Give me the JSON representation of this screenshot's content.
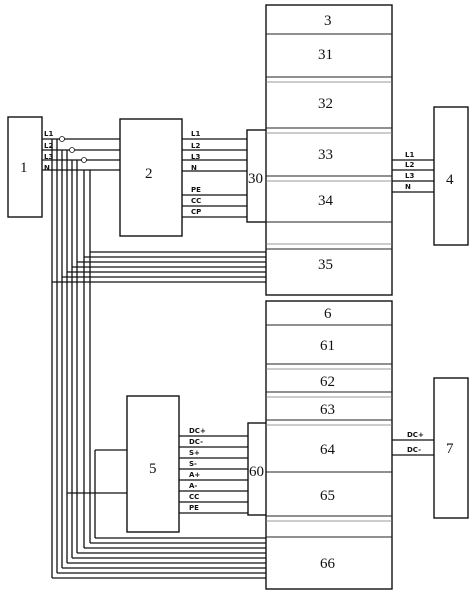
{
  "blocks": {
    "b1": "1",
    "b2": "2",
    "b3": "3",
    "b4": "4",
    "b5": "5",
    "b6": "6",
    "b7": "7",
    "b30": "30",
    "b60": "60"
  },
  "sections": {
    "s31": "31",
    "s32": "32",
    "s33": "33",
    "s34": "34",
    "s35": "35",
    "s61": "61",
    "s62": "62",
    "s63": "63",
    "s64": "64",
    "s65": "65",
    "s66": "66"
  },
  "wires": {
    "l1": "L1",
    "l2": "L2",
    "l3": "L3",
    "n": "N",
    "pe": "PE",
    "cc": "CC",
    "cp": "CP",
    "dcp": "DC+",
    "dcm": "DC-",
    "sp": "S+",
    "sm": "S-",
    "ap": "A+",
    "am": "A-"
  }
}
